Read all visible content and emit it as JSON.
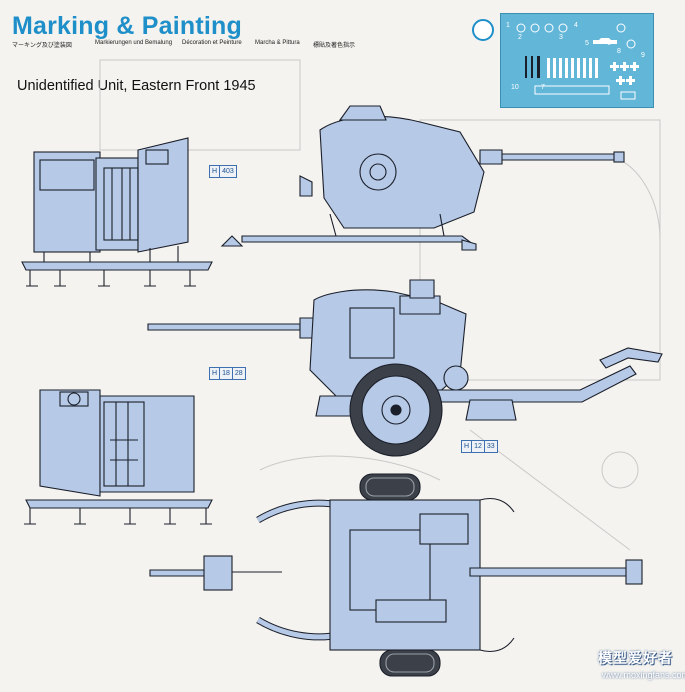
{
  "header": {
    "title": "Marking & Painting",
    "sublabels": [
      "マーキング及び塗装図",
      "Markierungen und Bemalung",
      "Décoration et Peinture",
      "Marcha & Pittura",
      "標貼及著色指示"
    ]
  },
  "unit_title": "Unidentified Unit, Eastern Front 1945",
  "decal_sheet": {
    "numbers": [
      "1",
      "2",
      "3",
      "4",
      "5",
      "6",
      "7",
      "8",
      "9",
      "10"
    ]
  },
  "callouts": [
    {
      "code": "H",
      "nums": [
        "403"
      ]
    },
    {
      "code": "H",
      "nums": [
        "18",
        "28"
      ]
    },
    {
      "code": "H",
      "nums": [
        "12",
        "33"
      ]
    }
  ],
  "watermark": {
    "text": "模型爱好者",
    "url": "www.moxingfans.com"
  },
  "colors": {
    "title_blue": "#1f8fc9",
    "vehicle_blue": "#b6c9e6",
    "decal_blue": "#62b6d8",
    "outline": "#1b1f2a"
  }
}
